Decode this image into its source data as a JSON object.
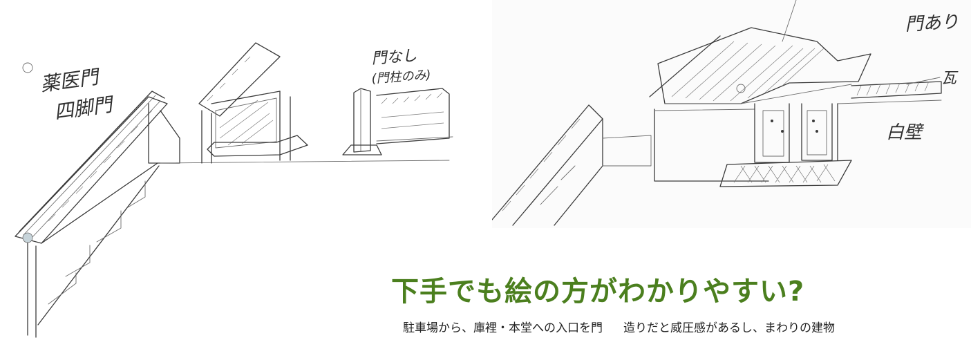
{
  "sketch_left": {
    "label_yakui": "薬医門",
    "label_shikyaku": "四脚門",
    "label_mon_nashi": "門なし",
    "label_monbashira": "(門柱のみ)"
  },
  "sketch_right": {
    "label_mon_ari": "門あり",
    "label_kawara": "瓦",
    "label_shirakabe": "白壁"
  },
  "headline": "下手でも絵の方がわかりやすい?",
  "body": {
    "part1": "駐車場から、庫裡・本堂への入口を門",
    "part2": "造りだと威圧感があるし、まわりの建物"
  }
}
